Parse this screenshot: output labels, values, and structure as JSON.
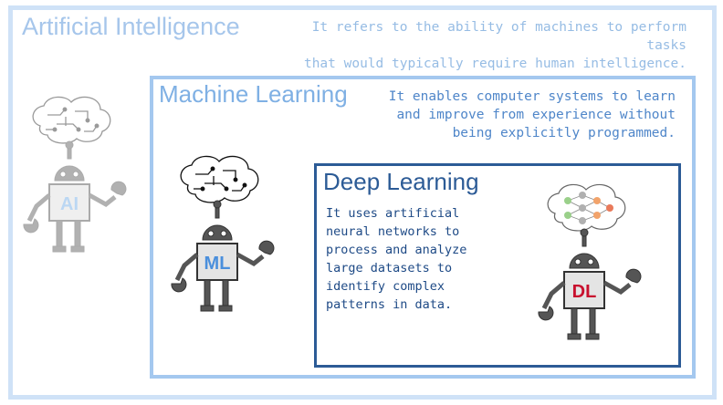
{
  "ai": {
    "title": "Artificial Intelligence",
    "description": "It refers to the ability of machines to perform tasks\nthat would typically require human intelligence.",
    "badge": "AI",
    "badge_color": "#6aa7e6"
  },
  "ml": {
    "title": "Machine Learning",
    "description": "It enables computer systems to learn\nand improve from experience without\nbeing explicitly programmed.",
    "badge": "ML",
    "badge_color": "#4a8fdc"
  },
  "dl": {
    "title": "Deep Learning",
    "description": "It uses artificial\nneural networks to\nprocess and analyze\nlarge datasets to\nidentify complex\npatterns in data.",
    "badge": "DL",
    "badge_color": "#c8102e"
  },
  "colors": {
    "ai_border": "#cfe2f7",
    "ml_border": "#a4c8ef",
    "dl_border": "#2c5b96",
    "robot_gray": "#555555"
  }
}
